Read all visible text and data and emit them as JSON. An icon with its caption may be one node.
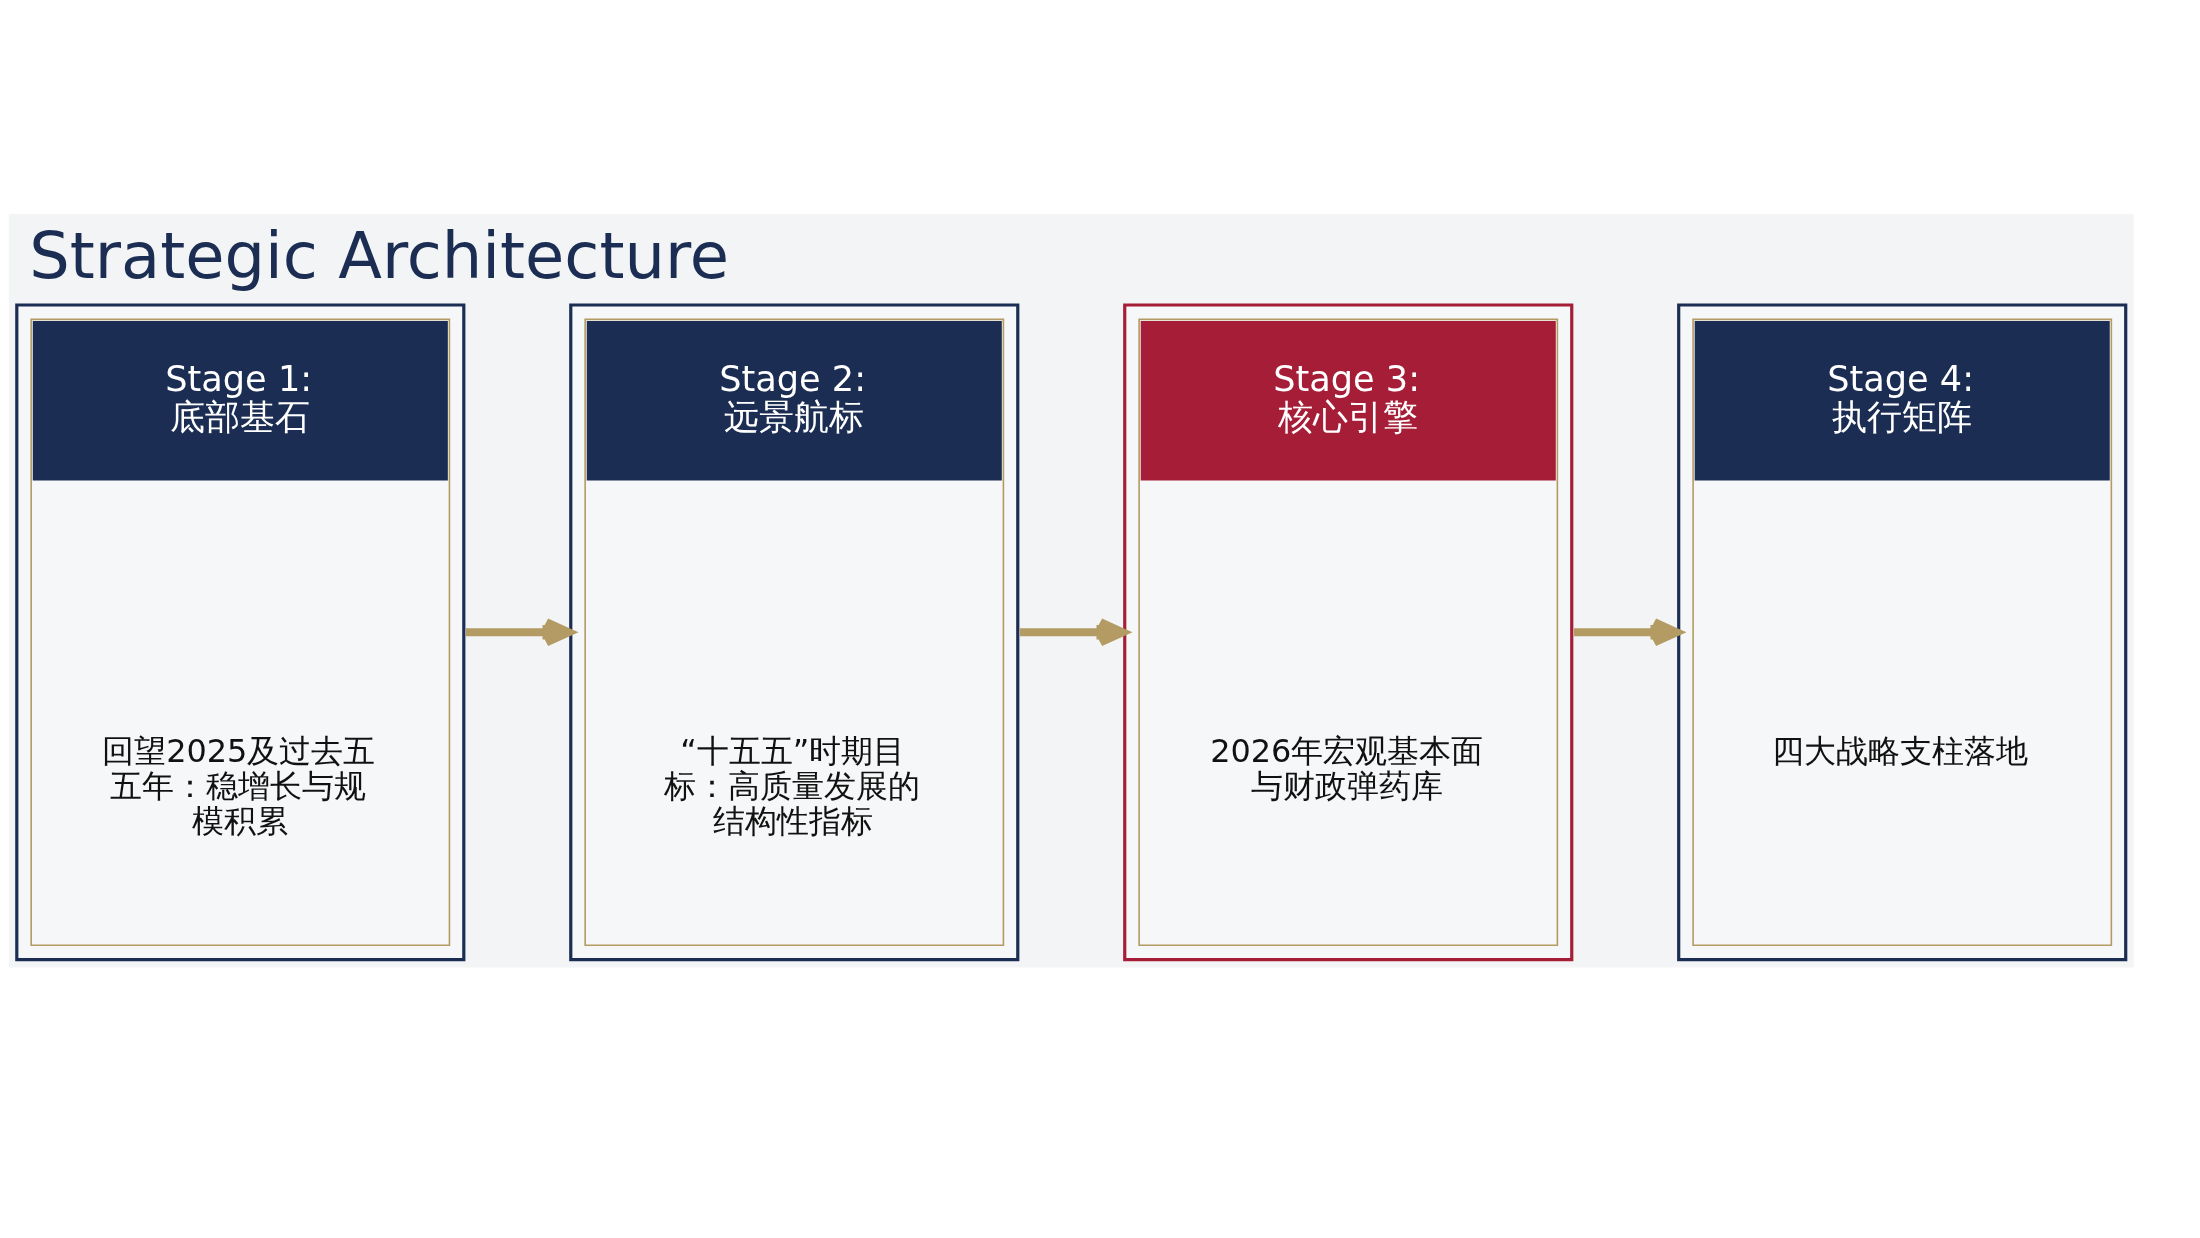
{
  "diagram": {
    "title": "Strategic Architecture",
    "nodes": [
      {
        "text": [
          "Stage 1: 底部基石",
          "回望2025及过去五五年：稳增长与规模积累"
        ]
      },
      {
        "text": [
          "Stage 2: 远景航标",
          "“十五五”时期目标：高质量发展的结构性指标"
        ]
      },
      {
        "text": [
          "Stage 3: 核心引擎",
          "2026年宏观基本面与财政弹药库"
        ]
      },
      {
        "text": [
          "Stage 4: 执行矩阵",
          "四大战略支柱落地"
        ]
      }
    ],
    "edges": [
      {
        "from": 0,
        "to": 1,
        "arrow": "to"
      },
      {
        "from": 1,
        "to": 2,
        "arrow": "to"
      },
      {
        "from": 2,
        "to": 3,
        "arrow": "to"
      }
    ]
  }
}
